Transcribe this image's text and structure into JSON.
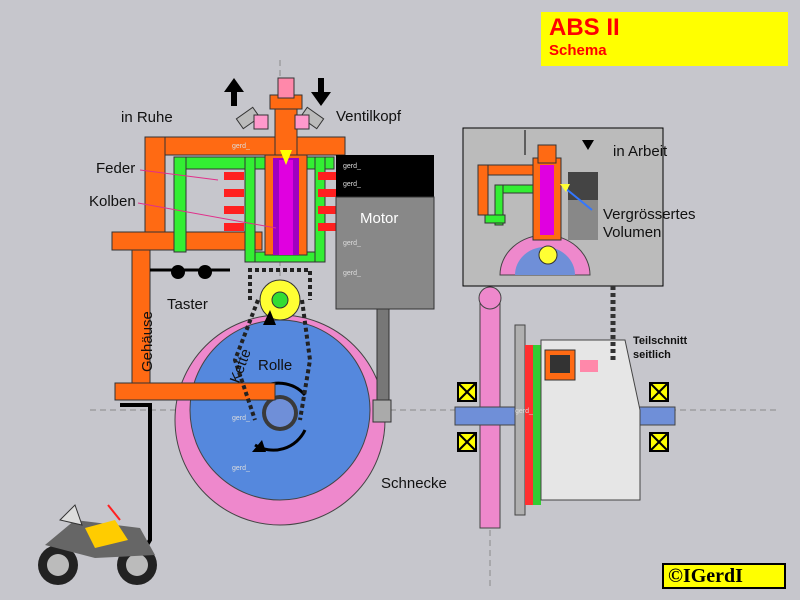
{
  "title": {
    "main": "ABS II",
    "sub": "Schema"
  },
  "labels": {
    "in_ruhe": "in Ruhe",
    "ventilkopf": "Ventilkopf",
    "feder": "Feder",
    "kolben": "Kolben",
    "motor": "Motor",
    "taster": "Taster",
    "gehaeuse": "Gehäuse",
    "kette": "Kette",
    "rolle": "Rolle",
    "schnecke": "Schnecke",
    "in_arbeit": "in Arbeit",
    "vergroessertes_line1": "Vergrössertes",
    "vergroessertes_line2": "Volumen",
    "teilschnitt_line1": "Teilschnitt",
    "teilschnitt_line2": "seitlich"
  },
  "watermark": "gerd_",
  "copyright": "©IGerdI",
  "colors": {
    "background": "#c6c6cc",
    "orange": "#ff6a13",
    "green": "#33ee33",
    "magenta": "#e000e0",
    "red": "#ff2020",
    "blue_wheel": "#5588dd",
    "pink_wheel": "#ee88cc",
    "motor_black": "#000000",
    "motor_gray": "#888888",
    "title_yellow": "#ffff00",
    "title_red": "#ff0000"
  }
}
